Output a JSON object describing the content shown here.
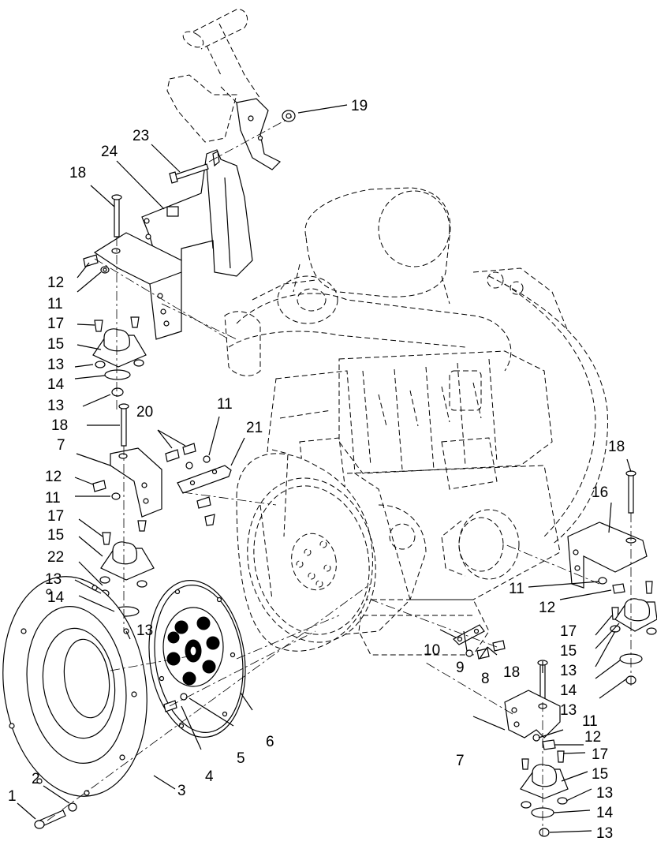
{
  "diagram": {
    "callouts": [
      {
        "id": "c1",
        "text": "1"
      },
      {
        "id": "c2",
        "text": "2"
      },
      {
        "id": "c3",
        "text": "3"
      },
      {
        "id": "c4",
        "text": "4"
      },
      {
        "id": "c5",
        "text": "5"
      },
      {
        "id": "c6",
        "text": "6"
      },
      {
        "id": "c7a",
        "text": "7"
      },
      {
        "id": "c7b",
        "text": "7"
      },
      {
        "id": "c8",
        "text": "8"
      },
      {
        "id": "c9",
        "text": "9"
      },
      {
        "id": "c10",
        "text": "10"
      },
      {
        "id": "c11a",
        "text": "11"
      },
      {
        "id": "c11b",
        "text": "11"
      },
      {
        "id": "c11c",
        "text": "11"
      },
      {
        "id": "c11d",
        "text": "11"
      },
      {
        "id": "c11e",
        "text": "11"
      },
      {
        "id": "c12a",
        "text": "12"
      },
      {
        "id": "c12b",
        "text": "12"
      },
      {
        "id": "c12c",
        "text": "12"
      },
      {
        "id": "c12d",
        "text": "12"
      },
      {
        "id": "c13a",
        "text": "13"
      },
      {
        "id": "c13b",
        "text": "13"
      },
      {
        "id": "c13c",
        "text": "13"
      },
      {
        "id": "c13d",
        "text": "13"
      },
      {
        "id": "c13e",
        "text": "13"
      },
      {
        "id": "c13f",
        "text": "13"
      },
      {
        "id": "c13g",
        "text": "13"
      },
      {
        "id": "c13h",
        "text": "13"
      },
      {
        "id": "c14a",
        "text": "14"
      },
      {
        "id": "c14b",
        "text": "14"
      },
      {
        "id": "c14c",
        "text": "14"
      },
      {
        "id": "c14d",
        "text": "14"
      },
      {
        "id": "c15a",
        "text": "15"
      },
      {
        "id": "c15b",
        "text": "15"
      },
      {
        "id": "c15c",
        "text": "15"
      },
      {
        "id": "c15d",
        "text": "15"
      },
      {
        "id": "c16",
        "text": "16"
      },
      {
        "id": "c17a",
        "text": "17"
      },
      {
        "id": "c17b",
        "text": "17"
      },
      {
        "id": "c17c",
        "text": "17"
      },
      {
        "id": "c17d",
        "text": "17"
      },
      {
        "id": "c18a",
        "text": "18"
      },
      {
        "id": "c18b",
        "text": "18"
      },
      {
        "id": "c18c",
        "text": "18"
      },
      {
        "id": "c18d",
        "text": "18"
      },
      {
        "id": "c19",
        "text": "19"
      },
      {
        "id": "c20",
        "text": "20"
      },
      {
        "id": "c21",
        "text": "21"
      },
      {
        "id": "c22",
        "text": "22"
      },
      {
        "id": "c23",
        "text": "23"
      },
      {
        "id": "c24",
        "text": "24"
      }
    ]
  }
}
